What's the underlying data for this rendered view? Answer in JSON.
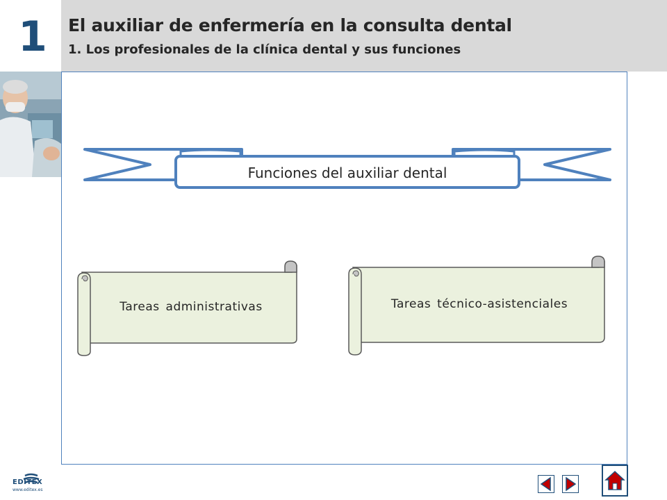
{
  "header": {
    "chapter_number": "1",
    "title": "El auxiliar de enfermería en la consulta dental",
    "subtitle": "1. Los profesionales de la clínica dental y sus funciones"
  },
  "diagram": {
    "banner_label": "Funciones del auxiliar dental",
    "scroll_left_label": "Tareas administrativas",
    "scroll_right_label": "Tareas técnico-asistenciales"
  },
  "footer": {
    "logo_text": "EDITEX",
    "logo_url": "www.editex.es"
  },
  "colors": {
    "accent": "#1f4e79",
    "banner_border": "#4f81bd",
    "scroll_fill": "#ebf1de",
    "header_bg": "#d9d9d9"
  },
  "icons": {
    "prev": "triangle-left-icon",
    "next": "triangle-right-icon",
    "home": "house-icon"
  }
}
